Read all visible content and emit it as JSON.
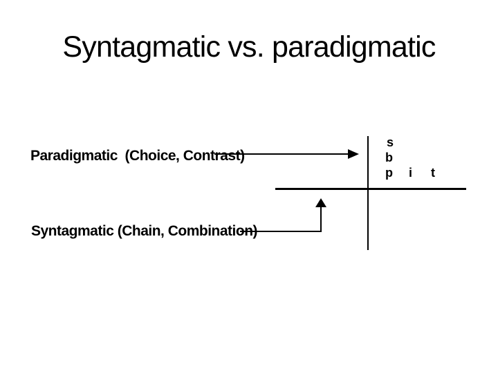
{
  "slide": {
    "title": "Syntagmatic vs. paradigmatic",
    "background_color": "#ffffff",
    "ink_color": "#000000"
  },
  "diagram": {
    "paradigmatic_label": "Paradigmatic  (Choice, Contrast)",
    "syntagmatic_label": "Syntagmatic (Chain, Combination)",
    "letters": [
      "s",
      "b",
      "p",
      "i",
      "t"
    ],
    "paradigm_column": [
      "s",
      "b",
      "p"
    ],
    "syntagm_row": [
      "p",
      "i",
      "t"
    ]
  }
}
